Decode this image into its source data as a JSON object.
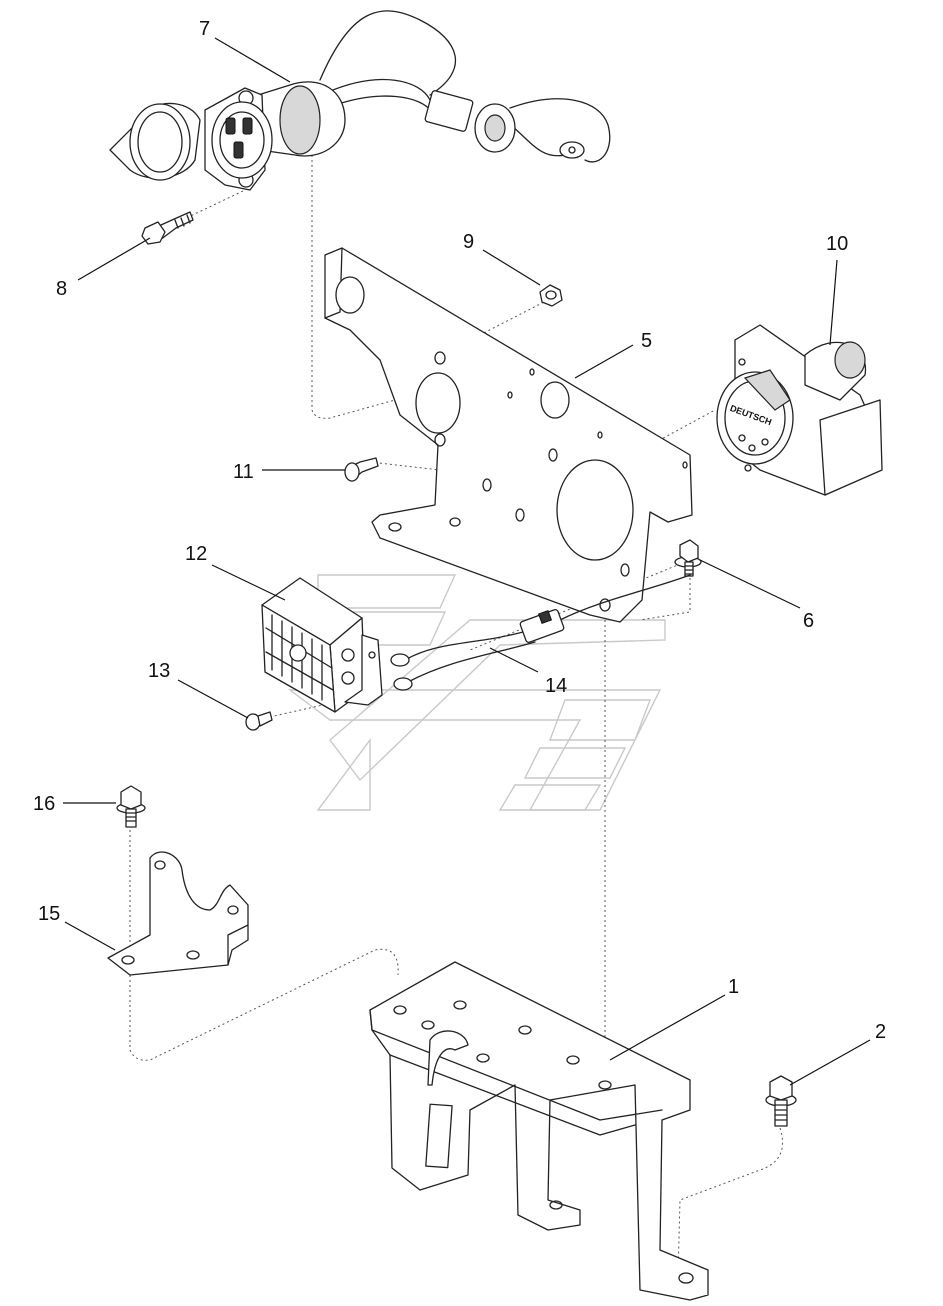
{
  "callouts": [
    {
      "id": "1",
      "label": "1"
    },
    {
      "id": "2",
      "label": "2"
    },
    {
      "id": "5",
      "label": "5"
    },
    {
      "id": "6",
      "label": "6"
    },
    {
      "id": "7",
      "label": "7"
    },
    {
      "id": "8",
      "label": "8"
    },
    {
      "id": "9",
      "label": "9"
    },
    {
      "id": "10",
      "label": "10"
    },
    {
      "id": "11",
      "label": "11"
    },
    {
      "id": "12",
      "label": "12"
    },
    {
      "id": "13",
      "label": "13"
    },
    {
      "id": "14",
      "label": "14"
    },
    {
      "id": "15",
      "label": "15"
    },
    {
      "id": "16",
      "label": "16"
    }
  ],
  "connector_brand": "DEUTSCH"
}
